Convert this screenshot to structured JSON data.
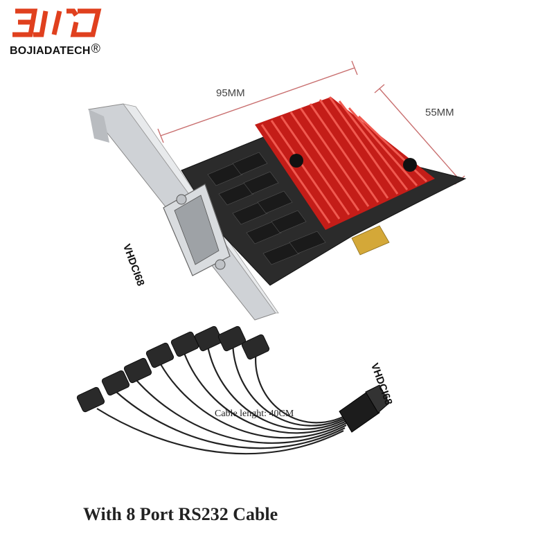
{
  "brand": {
    "name": "BOJIADATECH",
    "registered_mark": "®",
    "logo_color": "#e0401e"
  },
  "product": {
    "dimension_length": "95MM",
    "dimension_width": "55MM",
    "card_port_label": "VHDCI68",
    "cable_port_label": "VHDCI68",
    "cable_length_text": "Cable lenght: 40CM",
    "caption": "With 8 Port RS232 Cable",
    "heatsink_color": "#d8251f",
    "pcb_color": "#2b2b2b"
  }
}
